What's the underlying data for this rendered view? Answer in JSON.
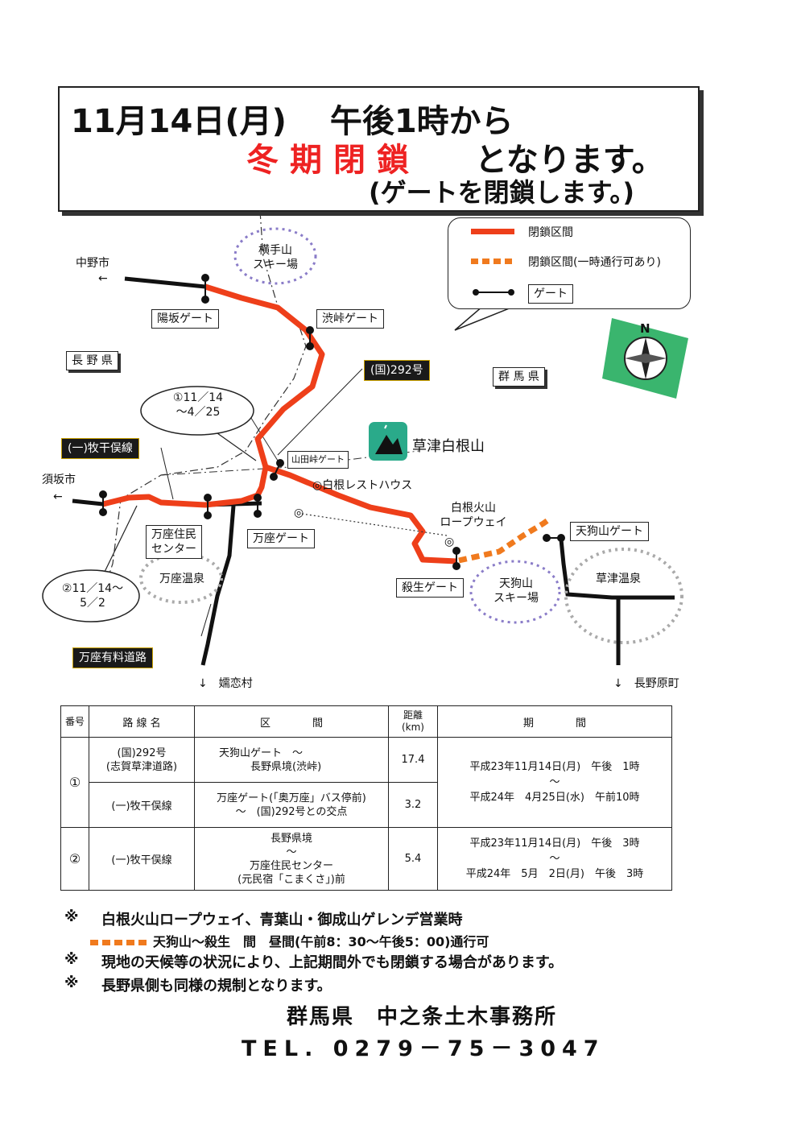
{
  "header": {
    "line1": "11月14日(月)　 午後1時から",
    "line2_red": "冬期閉鎖",
    "line2_rest": "となります。",
    "line3": "(ゲートを閉鎖します。)"
  },
  "legend": {
    "closed": "閉鎖区間",
    "closed_temp": "閉鎖区間(一時通行可あり)",
    "gate": "ゲート"
  },
  "compass": {
    "north": "N"
  },
  "map": {
    "nakano": "中野市",
    "arrow_left": "←",
    "yokoteyama": "横手山\nスキー場",
    "hinatasaka_gate": "陽坂ゲート",
    "shibutouge_gate": "渋峠ゲート",
    "nagano_pref": "長 野 県",
    "gunma_pref": "群 馬 県",
    "kokudo_292": "(国)292号",
    "period1": "①11／14\n～4／25",
    "makihoshimata": "(一)牧干俣線",
    "kusatsu_shirane": "草津白根山",
    "yamadatouge_gate": "山田峠ゲート",
    "shirane_resthouse": "◎白根レストハウス",
    "susaka": "須坂市",
    "manza_center": "万座住民\nセンター",
    "manza_gate": "万座ゲート",
    "shirane_ropeway": "白根火山\nロープウェイ",
    "tenguyama_gate": "天狗山ゲート",
    "kusatsu_onsen": "草津温泉",
    "manza_onsen": "万座温泉",
    "period2": "②11／14～\n5／2",
    "sessho_gate": "殺生ゲート",
    "tenguyama_ski": "天狗山\nスキー場",
    "manza_toll": "万座有料道路",
    "tsumagoi": "↓　嬬恋村",
    "naganohara": "↓　長野原町",
    "shirane_mark": "◎"
  },
  "table": {
    "headers": [
      "番号",
      "路 線 名",
      "区　　　　間",
      "距離\n(km)",
      "期　　　　間"
    ],
    "rows": [
      {
        "no": "①",
        "route": "(国)292号\n(志賀草津道路)",
        "section": "天狗山ゲート　～\n　　　長野県境(渋峠)",
        "km": "17.4",
        "period": "平成23年11月14日(月)　午後　1時\n～\n平成24年　4月25日(水)　午前10時"
      },
      {
        "route": "(一)牧干俣線",
        "section": "万座ゲート(「奥万座」バス停前)\n～　(国)292号との交点",
        "km": "3.2"
      },
      {
        "no": "②",
        "route": "(一)牧干俣線",
        "section": "長野県境\n～\n万座住民センター\n(元民宿「こまくさ」)前",
        "km": "5.4",
        "period": "平成23年11月14日(月)　午後　3時\n～\n平成24年　5月　2日(月)　午後　3時"
      }
    ]
  },
  "notes": {
    "mark": "※",
    "n1": "白根火山ロープウェイ、青葉山・御成山ゲレンデ営業時",
    "n1b": "天狗山～殺生　間　昼間(午前8：30～午後5：00)通行可",
    "n2": "現地の天候等の状況により、上記期間外でも閉鎖する場合があります。",
    "n3": "長野県側も同様の規制となります。"
  },
  "footer": {
    "office": "群馬県　中之条土木事務所",
    "tel": "TEL. 0279－75－3047"
  }
}
